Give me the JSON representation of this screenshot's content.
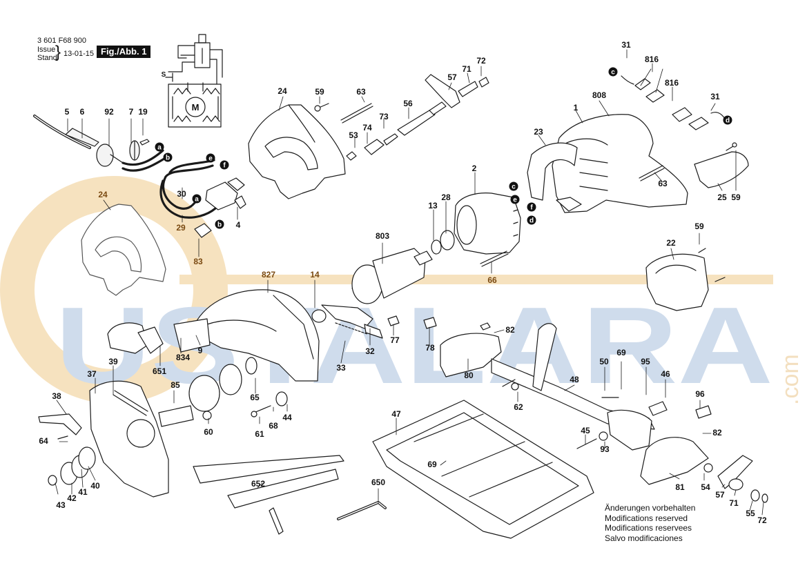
{
  "header": {
    "part_number": "3 601 F68 900",
    "issue_label": "Issue",
    "stand_label": "Stand",
    "date": "13-01-15",
    "figure_label": "Fig./Abb. 1"
  },
  "watermark": {
    "text": "USTALARA",
    "suffix": ".com"
  },
  "colors": {
    "watermark_blue": "#cfdcec",
    "watermark_orange": "#f6e2bf",
    "line": "#1a1a1a",
    "callout_orange": "#7a4a12"
  },
  "notes": [
    "Änderungen vorbehalten",
    "Modifications reserved",
    "Modifications reservees",
    "Salvo modificaciones"
  ],
  "callouts": [
    {
      "id": "c1",
      "text": "5",
      "bold": false
    },
    {
      "id": "c2",
      "text": "6",
      "bold": false
    },
    {
      "id": "c3",
      "text": "92",
      "bold": false
    },
    {
      "id": "c4",
      "text": "7",
      "bold": false
    },
    {
      "id": "c5",
      "text": "19",
      "bold": false
    },
    {
      "id": "c6",
      "text": "30",
      "bold": false
    },
    {
      "id": "c7",
      "text": "29",
      "bold": false
    },
    {
      "id": "c8",
      "text": "4",
      "bold": false
    },
    {
      "id": "c9",
      "text": "83",
      "bold": false
    },
    {
      "id": "c10",
      "text": "24",
      "bold": false
    },
    {
      "id": "c11",
      "text": "24",
      "bold": false
    },
    {
      "id": "c12",
      "text": "59",
      "bold": false
    },
    {
      "id": "c13",
      "text": "63",
      "bold": false
    },
    {
      "id": "c14",
      "text": "53",
      "bold": false
    },
    {
      "id": "c15",
      "text": "74",
      "bold": false
    },
    {
      "id": "c16",
      "text": "73",
      "bold": false
    },
    {
      "id": "c17",
      "text": "56",
      "bold": false
    },
    {
      "id": "c18",
      "text": "57",
      "bold": false
    },
    {
      "id": "c19",
      "text": "71",
      "bold": false
    },
    {
      "id": "c20",
      "text": "72",
      "bold": false
    },
    {
      "id": "c21",
      "text": "31",
      "bold": false
    },
    {
      "id": "c22",
      "text": "816",
      "bold": false
    },
    {
      "id": "c23",
      "text": "808",
      "bold": false
    },
    {
      "id": "c24",
      "text": "1",
      "bold": false
    },
    {
      "id": "c25",
      "text": "816",
      "bold": false
    },
    {
      "id": "c26",
      "text": "31",
      "bold": false
    },
    {
      "id": "c27",
      "text": "23",
      "bold": false
    },
    {
      "id": "c28",
      "text": "2",
      "bold": false
    },
    {
      "id": "c29",
      "text": "13",
      "bold": false
    },
    {
      "id": "c30",
      "text": "28",
      "bold": false
    },
    {
      "id": "c31",
      "text": "63",
      "bold": false
    },
    {
      "id": "c32",
      "text": "25",
      "bold": false
    },
    {
      "id": "c33",
      "text": "59",
      "bold": false
    },
    {
      "id": "c34",
      "text": "803",
      "bold": false
    },
    {
      "id": "c35",
      "text": "66",
      "bold": false
    },
    {
      "id": "c36",
      "text": "59",
      "bold": false
    },
    {
      "id": "c37",
      "text": "22",
      "bold": false
    },
    {
      "id": "c38",
      "text": "827",
      "bold": false
    },
    {
      "id": "c39",
      "text": "14",
      "bold": false
    },
    {
      "id": "c40",
      "text": "77",
      "bold": false
    },
    {
      "id": "c41",
      "text": "32",
      "bold": false
    },
    {
      "id": "c42",
      "text": "33",
      "bold": false
    },
    {
      "id": "c43",
      "text": "78",
      "bold": false
    },
    {
      "id": "c44",
      "text": "82",
      "bold": false
    },
    {
      "id": "c45",
      "text": "80",
      "bold": false
    },
    {
      "id": "c46",
      "text": "834",
      "bold": false
    },
    {
      "id": "c47",
      "text": "9",
      "bold": false
    },
    {
      "id": "c48",
      "text": "651",
      "bold": false
    },
    {
      "id": "c49",
      "text": "39",
      "bold": false
    },
    {
      "id": "c50",
      "text": "37",
      "bold": false
    },
    {
      "id": "c51",
      "text": "85",
      "bold": false
    },
    {
      "id": "c52",
      "text": "65",
      "bold": false
    },
    {
      "id": "c53",
      "text": "68",
      "bold": false
    },
    {
      "id": "c54",
      "text": "44",
      "bold": false
    },
    {
      "id": "c55",
      "text": "61",
      "bold": false
    },
    {
      "id": "c56",
      "text": "60",
      "bold": false
    },
    {
      "id": "c57",
      "text": "62",
      "bold": false
    },
    {
      "id": "c58",
      "text": "48",
      "bold": false
    },
    {
      "id": "c59",
      "text": "50",
      "bold": false
    },
    {
      "id": "c60",
      "text": "69",
      "bold": false
    },
    {
      "id": "c61",
      "text": "95",
      "bold": false
    },
    {
      "id": "c62",
      "text": "46",
      "bold": false
    },
    {
      "id": "c63",
      "text": "96",
      "bold": false
    },
    {
      "id": "c64",
      "text": "82",
      "bold": false
    },
    {
      "id": "c65",
      "text": "45",
      "bold": false
    },
    {
      "id": "c66",
      "text": "93",
      "bold": false
    },
    {
      "id": "c67",
      "text": "38",
      "bold": false
    },
    {
      "id": "c68",
      "text": "64",
      "bold": false
    },
    {
      "id": "c69",
      "text": "43",
      "bold": false
    },
    {
      "id": "c70",
      "text": "42",
      "bold": false
    },
    {
      "id": "c71",
      "text": "41",
      "bold": false
    },
    {
      "id": "c72",
      "text": "40",
      "bold": false
    },
    {
      "id": "c73",
      "text": "652",
      "bold": false
    },
    {
      "id": "c74",
      "text": "650",
      "bold": false
    },
    {
      "id": "c75",
      "text": "47",
      "bold": false
    },
    {
      "id": "c76",
      "text": "69",
      "bold": false
    },
    {
      "id": "c77",
      "text": "81",
      "bold": false
    },
    {
      "id": "c78",
      "text": "54",
      "bold": false
    },
    {
      "id": "c79",
      "text": "57",
      "bold": false
    },
    {
      "id": "c80",
      "text": "71",
      "bold": false
    },
    {
      "id": "c81",
      "text": "55",
      "bold": false
    },
    {
      "id": "c82",
      "text": "72",
      "bold": false
    }
  ],
  "wire_markers": [
    {
      "id": "m1",
      "letter": "a"
    },
    {
      "id": "m2",
      "letter": "b"
    },
    {
      "id": "m3",
      "letter": "e"
    },
    {
      "id": "m4",
      "letter": "f"
    },
    {
      "id": "m5",
      "letter": "a"
    },
    {
      "id": "m6",
      "letter": "b"
    },
    {
      "id": "m7",
      "letter": "c"
    },
    {
      "id": "m8",
      "letter": "d"
    },
    {
      "id": "m9",
      "letter": "c"
    },
    {
      "id": "m10",
      "letter": "e"
    },
    {
      "id": "m11",
      "letter": "f"
    },
    {
      "id": "m12",
      "letter": "d"
    }
  ],
  "schematic_letter": "S",
  "motor_label": "M"
}
